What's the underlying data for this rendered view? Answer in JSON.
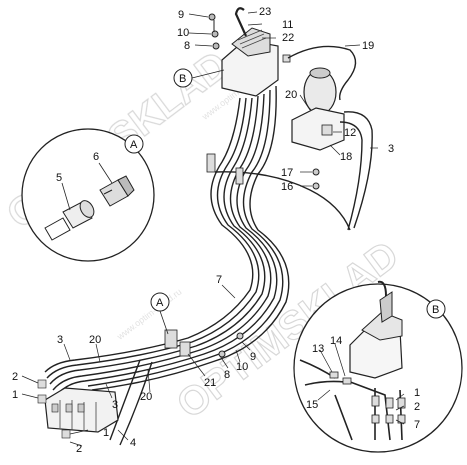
{
  "watermark": {
    "brand": "OPTIMSKLAD",
    "site": "www.optim-sklad.ru"
  },
  "callouts": [
    {
      "key": "A",
      "label": "A"
    },
    {
      "key": "B",
      "label": "B"
    }
  ],
  "labels": [
    {
      "id": "p9a",
      "text": "9"
    },
    {
      "id": "p23",
      "text": "23"
    },
    {
      "id": "p10a",
      "text": "10"
    },
    {
      "id": "p11",
      "text": "11"
    },
    {
      "id": "p22",
      "text": "22"
    },
    {
      "id": "p8a",
      "text": "8"
    },
    {
      "id": "p19",
      "text": "19"
    },
    {
      "id": "p20a",
      "text": "20"
    },
    {
      "id": "p12",
      "text": "12"
    },
    {
      "id": "p3a",
      "text": "3"
    },
    {
      "id": "p18",
      "text": "18"
    },
    {
      "id": "p17",
      "text": "17"
    },
    {
      "id": "p16",
      "text": "16"
    },
    {
      "id": "p6",
      "text": "6"
    },
    {
      "id": "p5",
      "text": "5"
    },
    {
      "id": "p7",
      "text": "7"
    },
    {
      "id": "p3b",
      "text": "3"
    },
    {
      "id": "p20b",
      "text": "20"
    },
    {
      "id": "p2a",
      "text": "2"
    },
    {
      "id": "p1a",
      "text": "1"
    },
    {
      "id": "p3c",
      "text": "3"
    },
    {
      "id": "p20c",
      "text": "20"
    },
    {
      "id": "p21",
      "text": "21"
    },
    {
      "id": "p8b",
      "text": "8"
    },
    {
      "id": "p10b",
      "text": "10"
    },
    {
      "id": "p9b",
      "text": "9"
    },
    {
      "id": "p4",
      "text": "4"
    },
    {
      "id": "p1b",
      "text": "1"
    },
    {
      "id": "p2b",
      "text": "2"
    },
    {
      "id": "p13",
      "text": "13"
    },
    {
      "id": "p14",
      "text": "14"
    },
    {
      "id": "p15",
      "text": "15"
    },
    {
      "id": "p1c",
      "text": "1"
    },
    {
      "id": "p2c",
      "text": "2"
    },
    {
      "id": "p7b",
      "text": "7"
    }
  ]
}
